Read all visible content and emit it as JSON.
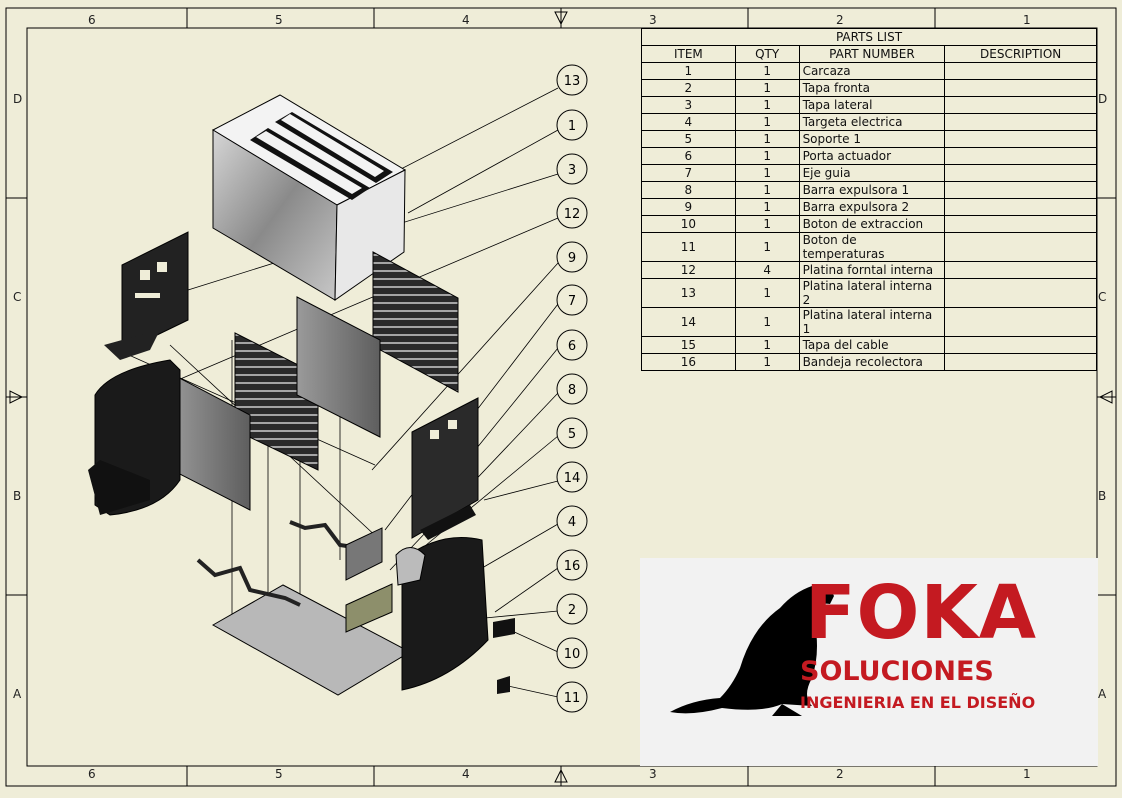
{
  "zones": {
    "columns": [
      "6",
      "5",
      "4",
      "3",
      "2",
      "1"
    ],
    "rows": [
      "D",
      "C",
      "B",
      "A"
    ]
  },
  "parts_list": {
    "title": "PARTS LIST",
    "headers": [
      "ITEM",
      "QTY",
      "PART NUMBER",
      "DESCRIPTION"
    ],
    "rows": [
      {
        "item": "1",
        "qty": "1",
        "part": "Carcaza",
        "desc": ""
      },
      {
        "item": "2",
        "qty": "1",
        "part": "Tapa fronta",
        "desc": ""
      },
      {
        "item": "3",
        "qty": "1",
        "part": "Tapa lateral",
        "desc": ""
      },
      {
        "item": "4",
        "qty": "1",
        "part": "Targeta electrica",
        "desc": ""
      },
      {
        "item": "5",
        "qty": "1",
        "part": "Soporte 1",
        "desc": ""
      },
      {
        "item": "6",
        "qty": "1",
        "part": "Porta actuador",
        "desc": ""
      },
      {
        "item": "7",
        "qty": "1",
        "part": "Eje guia",
        "desc": ""
      },
      {
        "item": "8",
        "qty": "1",
        "part": "Barra expulsora 1",
        "desc": ""
      },
      {
        "item": "9",
        "qty": "1",
        "part": "Barra expulsora 2",
        "desc": ""
      },
      {
        "item": "10",
        "qty": "1",
        "part": "Boton de extraccion",
        "desc": ""
      },
      {
        "item": "11",
        "qty": "1",
        "part": "Boton de temperaturas",
        "desc": ""
      },
      {
        "item": "12",
        "qty": "4",
        "part": "Platina forntal interna",
        "desc": ""
      },
      {
        "item": "13",
        "qty": "1",
        "part": "Platina lateral interna 2",
        "desc": ""
      },
      {
        "item": "14",
        "qty": "1",
        "part": "Platina lateral interna 1",
        "desc": ""
      },
      {
        "item": "15",
        "qty": "1",
        "part": "Tapa del cable",
        "desc": ""
      },
      {
        "item": "16",
        "qty": "1",
        "part": "Bandeja recolectora",
        "desc": ""
      }
    ]
  },
  "balloons": [
    "13",
    "1",
    "3",
    "12",
    "9",
    "7",
    "6",
    "8",
    "5",
    "14",
    "4",
    "16",
    "2",
    "10",
    "11"
  ],
  "logo": {
    "brand": "FOKA",
    "line2": "SOLUCIONES",
    "line3": "INGENIERIA EN EL DISEÑO",
    "brand_color": "#c41a21"
  }
}
